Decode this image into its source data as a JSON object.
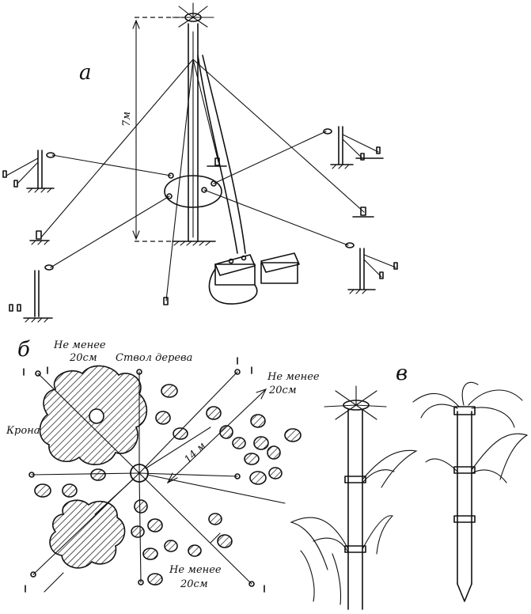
{
  "panels": {
    "a": "а",
    "b": "б",
    "v": "в"
  },
  "panel_a": {
    "height_label": "7м"
  },
  "panel_b": {
    "min_dist_top": [
      "Не менее",
      "20см"
    ],
    "tree_trunk": "Ствол дерева",
    "min_dist_right": [
      "Не менее",
      "20см"
    ],
    "crown": "Крона",
    "distance": "14 м",
    "min_dist_bottom": [
      "Не менее",
      "20см"
    ]
  }
}
